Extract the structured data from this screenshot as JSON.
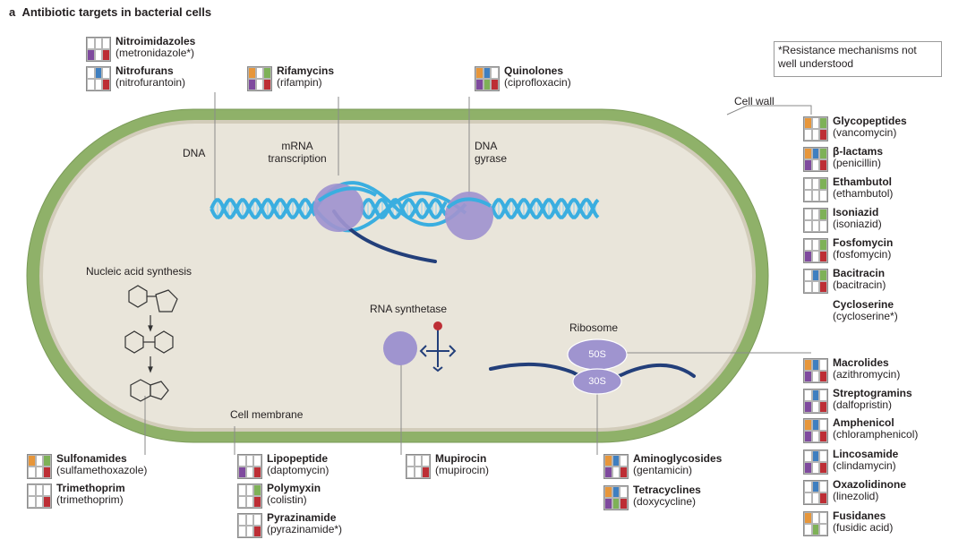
{
  "panel_letter": "a",
  "title": "Antibiotic targets in bacterial cells",
  "note": "*Resistance mechanisms not well understood",
  "colors": {
    "cell_wall": "#8fb169",
    "cytoplasm": "#e7e3d8",
    "membrane": "#d0cab8",
    "dna_helix": "#3aaee0",
    "mrna": "#233f7a",
    "enzyme": "#9f94cf",
    "ribosome": "#9f94cf",
    "orange": "#e7963a",
    "blue": "#3f7fc0",
    "green": "#7eb157",
    "purple": "#7f4a9e",
    "red": "#bd2e35"
  },
  "labels": {
    "cell_wall": "Cell wall",
    "cell_membrane": "Cell membrane",
    "dna": "DNA",
    "mrna_1": "mRNA",
    "mrna_2": "transcription",
    "gyrase_1": "DNA",
    "gyrase_2": "gyrase",
    "nucleic": "Nucleic acid synthesis",
    "rna_synthetase": "RNA synthetase",
    "ribosome": "Ribosome",
    "r50s": "50S",
    "r30s": "30S"
  },
  "drugs": [
    {
      "name": "Nitroimidazoles",
      "example": "(metronidazole*)",
      "cells": [
        "",
        "",
        "",
        "purple",
        "",
        "red"
      ]
    },
    {
      "name": "Nitrofurans",
      "example": "(nitrofurantoin)",
      "cells": [
        "",
        "blue",
        "",
        "",
        "",
        "red"
      ]
    },
    {
      "name": "Rifamycins",
      "example": "(rifampin)",
      "cells": [
        "orange",
        "",
        "green",
        "purple",
        "",
        "red"
      ]
    },
    {
      "name": "Quinolones",
      "example": "(ciprofloxacin)",
      "cells": [
        "orange",
        "blue",
        "",
        "purple",
        "green",
        "red"
      ]
    },
    {
      "name": "Glycopeptides",
      "example": "(vancomycin)",
      "cells": [
        "orange",
        "",
        "green",
        "",
        "",
        "red"
      ]
    },
    {
      "name": "β-lactams",
      "example": "(penicillin)",
      "cells": [
        "orange",
        "blue",
        "green",
        "purple",
        "",
        "red"
      ]
    },
    {
      "name": "Ethambutol",
      "example": "(ethambutol)",
      "cells": [
        "",
        "",
        "green",
        "",
        "",
        ""
      ]
    },
    {
      "name": "Isoniazid",
      "example": "(isoniazid)",
      "cells": [
        "",
        "",
        "green",
        "",
        "",
        ""
      ]
    },
    {
      "name": "Fosfomycin",
      "example": "(fosfomycin)",
      "cells": [
        "",
        "",
        "green",
        "purple",
        "",
        "red"
      ]
    },
    {
      "name": "Bacitracin",
      "example": "(bacitracin)",
      "cells": [
        "",
        "blue",
        "green",
        "",
        "",
        "red"
      ]
    },
    {
      "name": "Cycloserine",
      "example": "(cycloserine*)",
      "cells": null
    },
    {
      "name": "Macrolides",
      "example": "(azithromycin)",
      "cells": [
        "orange",
        "blue",
        "",
        "purple",
        "",
        "red"
      ]
    },
    {
      "name": "Streptogramins",
      "example": "(dalfopristin)",
      "cells": [
        "",
        "blue",
        "",
        "purple",
        "",
        "red"
      ]
    },
    {
      "name": "Amphenicol",
      "example": "(chloramphenicol)",
      "cells": [
        "orange",
        "blue",
        "",
        "purple",
        "",
        "red"
      ]
    },
    {
      "name": "Lincosamide",
      "example": "(clindamycin)",
      "cells": [
        "",
        "blue",
        "",
        "purple",
        "",
        "red"
      ]
    },
    {
      "name": "Oxazolidinone",
      "example": "(linezolid)",
      "cells": [
        "",
        "blue",
        "",
        "",
        "",
        "red"
      ]
    },
    {
      "name": "Fusidanes",
      "example": "(fusidic acid)",
      "cells": [
        "orange",
        "",
        "",
        "",
        "green",
        ""
      ]
    },
    {
      "name": "Sulfonamides",
      "example": "(sulfamethoxazole)",
      "cells": [
        "orange",
        "",
        "green",
        "",
        "",
        "red"
      ]
    },
    {
      "name": "Trimethoprim",
      "example": "(trimethoprim)",
      "cells": [
        "",
        "",
        "",
        "",
        "",
        "red"
      ]
    },
    {
      "name": "Lipopeptide",
      "example": "(daptomycin)",
      "cells": [
        "",
        "",
        "",
        "purple",
        "",
        "red"
      ]
    },
    {
      "name": "Polymyxin",
      "example": "(colistin)",
      "cells": [
        "",
        "",
        "green",
        "",
        "",
        "red"
      ]
    },
    {
      "name": "Pyrazinamide",
      "example": "(pyrazinamide*)",
      "cells": [
        "",
        "",
        "",
        "",
        "",
        "red"
      ]
    },
    {
      "name": "Mupirocin",
      "example": "(mupirocin)",
      "cells": [
        "",
        "",
        "",
        "",
        "",
        "red"
      ]
    },
    {
      "name": "Aminoglycosides",
      "example": "(gentamicin)",
      "cells": [
        "orange",
        "blue",
        "",
        "purple",
        "",
        "red"
      ]
    },
    {
      "name": "Tetracyclines",
      "example": "(doxycycline)",
      "cells": [
        "orange",
        "blue",
        "",
        "purple",
        "green",
        "red"
      ]
    }
  ]
}
